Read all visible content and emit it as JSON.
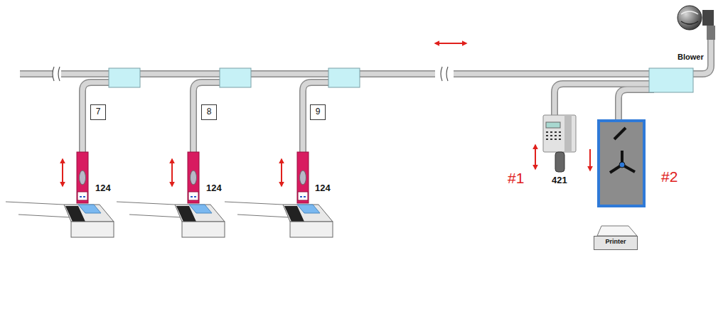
{
  "diagram": {
    "nodes": [
      {
        "text": [
          "7"
        ]
      },
      {
        "text": [
          "8"
        ]
      },
      {
        "text": [
          "9"
        ]
      },
      {
        "text": [
          "Printer"
        ]
      }
    ],
    "labels": [
      "124",
      "124",
      "124",
      "421",
      "#1",
      "#2",
      "Blower"
    ]
  }
}
